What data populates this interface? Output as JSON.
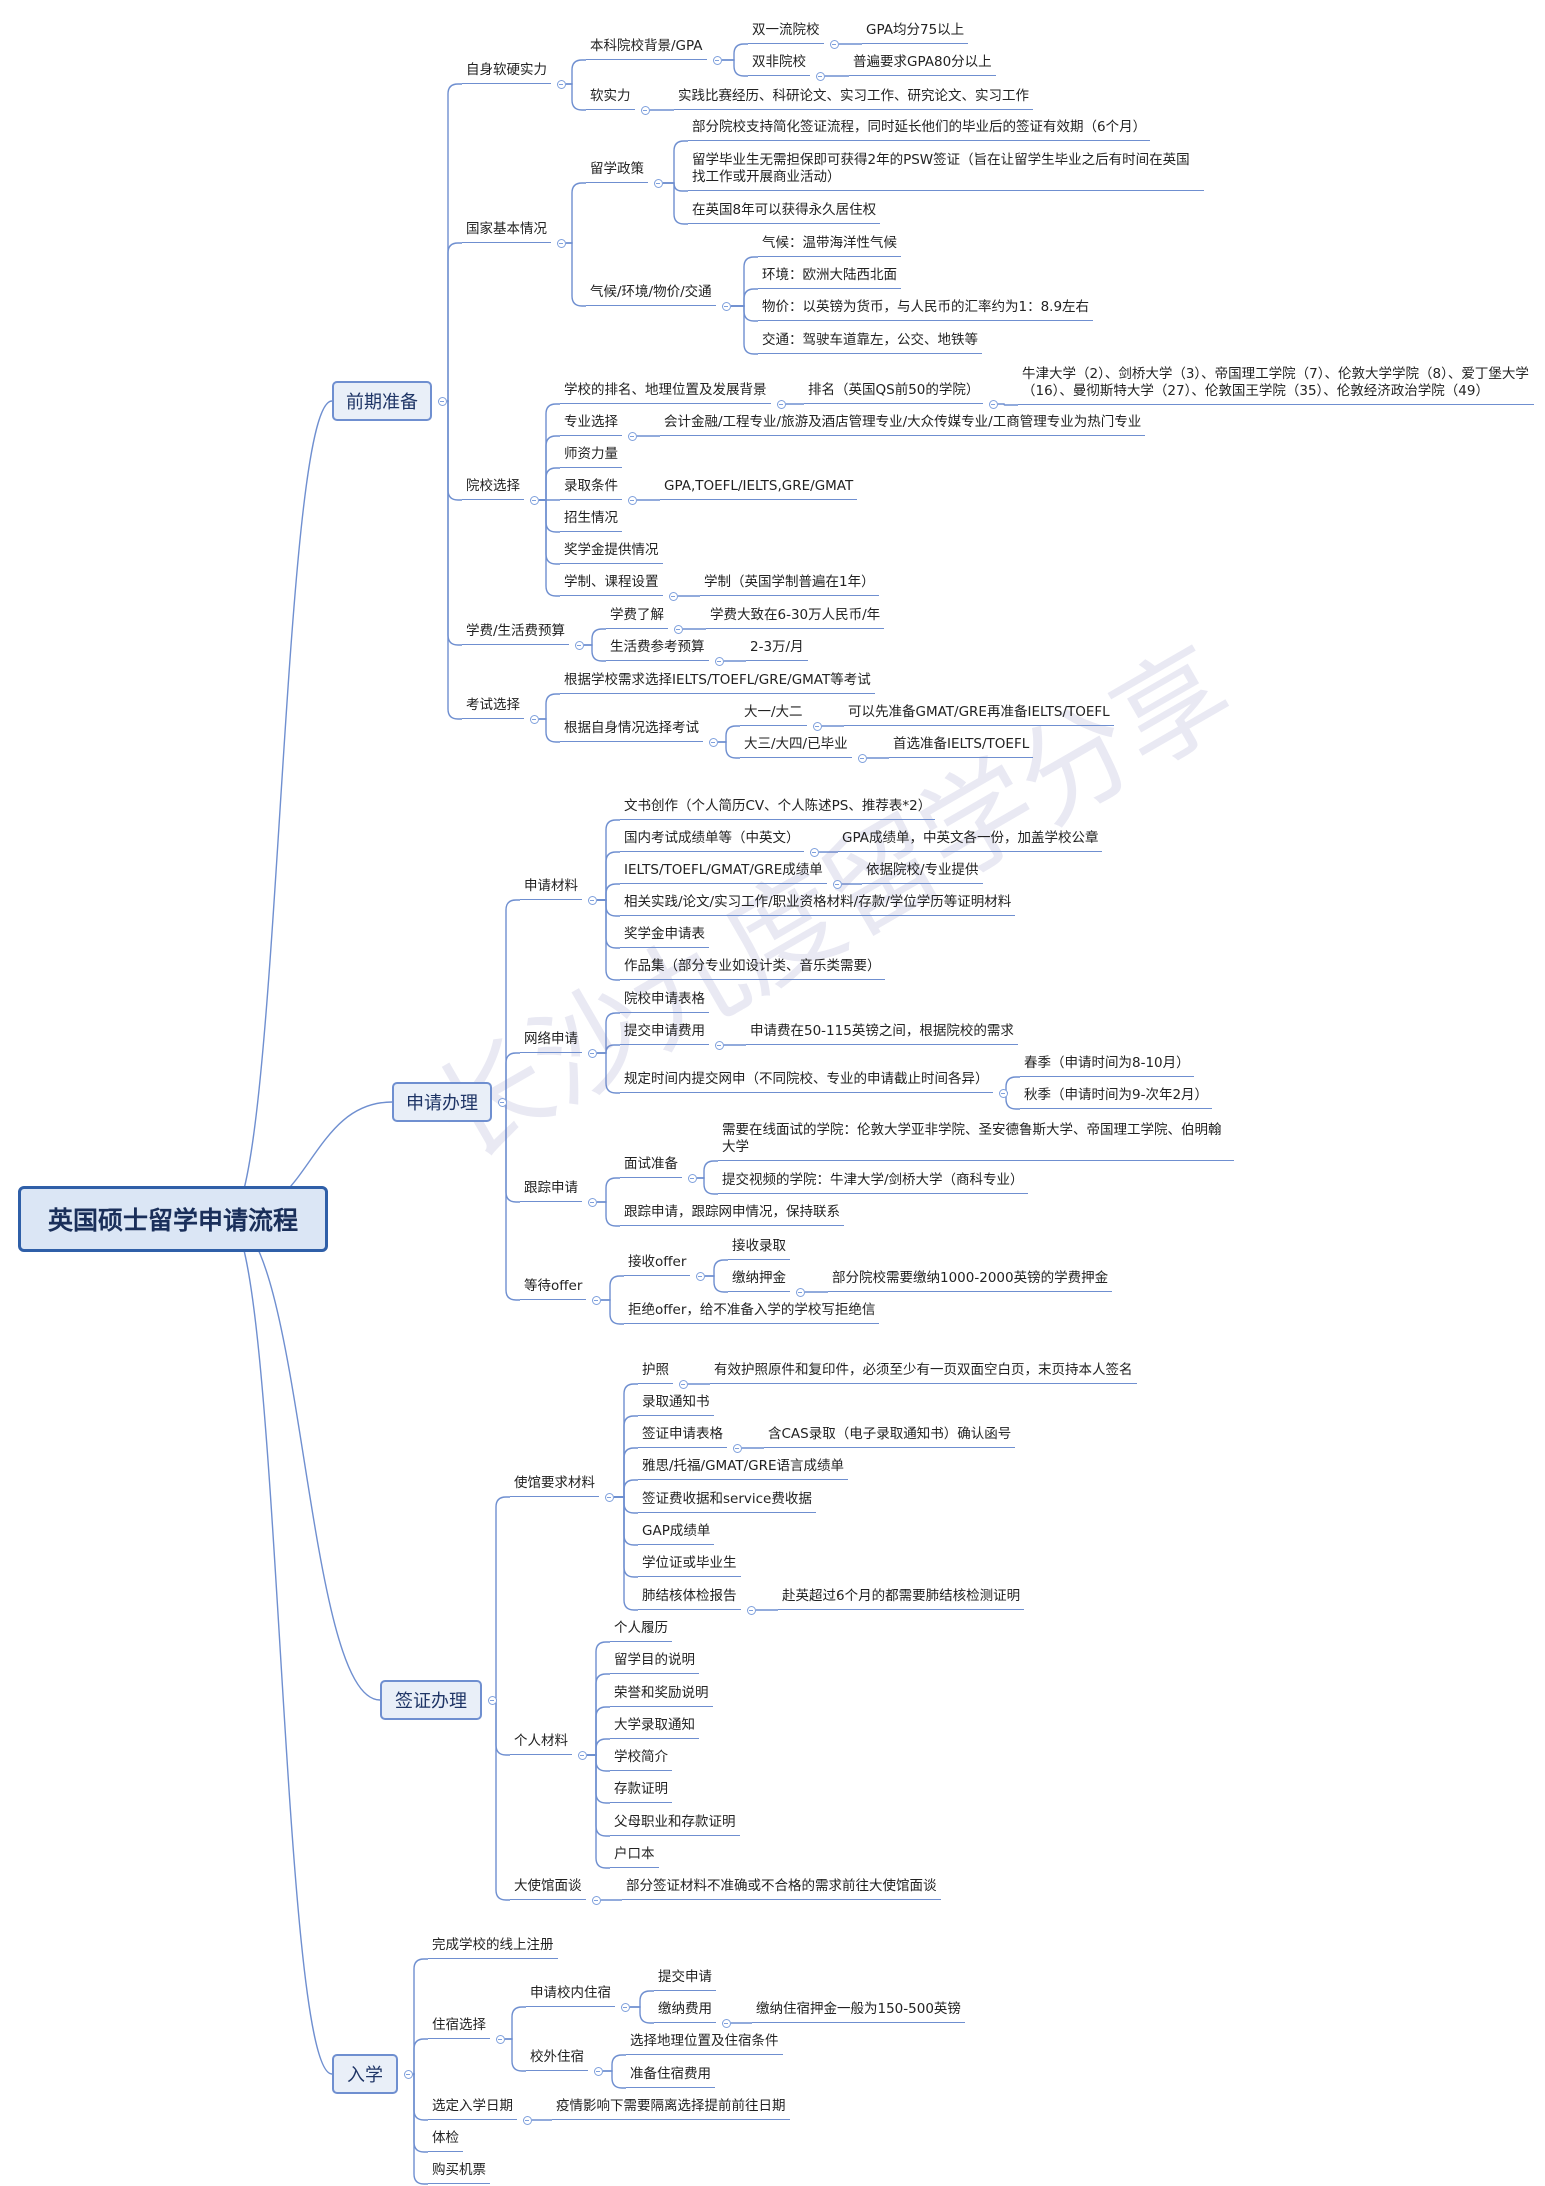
{
  "root": "英国硕士留学申请流程",
  "watermark": "长沙九度留学分享",
  "main": {
    "prep": "前期准备",
    "apply": "申请办理",
    "visa": "签证办理",
    "enroll": "入学"
  },
  "prep": {
    "self": {
      "label": "自身软硬实力",
      "bg": "本科院校背景/GPA",
      "top": "双一流院校",
      "top_v": "GPA均分75以上",
      "non": "双非院校",
      "non_v": "普遍要求GPA80分以上",
      "soft": "软实力",
      "soft_v": "实践比赛经历、科研论文、实习工作、研究论文、实习工作"
    },
    "country": {
      "label": "国家基本情况",
      "policy": "留学政策",
      "p1": "部分院校支持简化签证流程，同时延长他们的毕业后的签证有效期（6个月）",
      "p2": "留学毕业生无需担保即可获得2年的PSW签证（旨在让留学生毕业之后有时间在英国找工作或开展商业活动）",
      "p3": "在英国8年可以获得永久居住权",
      "climate": "气候/环境/物价/交通",
      "c1": "气候：温带海洋性气候",
      "c2": "环境：欧洲大陆西北面",
      "c3": "物价：以英镑为货币，与人民币的汇率约为1：8.9左右",
      "c4": "交通：驾驶车道靠左，公交、地铁等"
    },
    "school": {
      "label": "院校选择",
      "rank": "学校的排名、地理位置及发展背景",
      "rank_v": "排名（英国QS前50的学院）",
      "rank_list": "牛津大学（2）、剑桥大学（3）、帝国理工学院（7）、伦敦大学学院（8）、爱丁堡大学（16）、曼彻斯特大学（27）、伦敦国王学院（35）、伦敦经济政治学院（49）",
      "major": "专业选择",
      "major_v": "会计金融/工程专业/旅游及酒店管理专业/大众传媒专业/工商管理专业为热门专业",
      "faculty": "师资力量",
      "admit": "录取条件",
      "admit_v": "GPA,TOEFL/IELTS,GRE/GMAT",
      "enroll": "招生情况",
      "scholar": "奖学金提供情况",
      "system": "学制、课程设置",
      "system_v": "学制（英国学制普遍在1年）"
    },
    "budget": {
      "label": "学费/生活费预算",
      "tuition": "学费了解",
      "tuition_v": "学费大致在6-30万人民币/年",
      "living": "生活费参考预算",
      "living_v": "2-3万/月"
    },
    "exam": {
      "label": "考试选择",
      "e1": "根据学校需求选择IELTS/TOEFL/GRE/GMAT等考试",
      "e2": "根据自身情况选择考试",
      "y12": "大一/大二",
      "y12_v": "可以先准备GMAT/GRE再准备IELTS/TOEFL",
      "y34": "大三/大四/已毕业",
      "y34_v": "首选准备IELTS/TOEFL"
    }
  },
  "apply": {
    "materials": {
      "label": "申请材料",
      "m1": "文书创作（个人简历CV、个人陈述PS、推荐表*2）",
      "m2": "国内考试成绩单等（中英文）",
      "m2_v": "GPA成绩单，中英文各一份，加盖学校公章",
      "m3": "IELTS/TOEFL/GMAT/GRE成绩单",
      "m3_v": "依据院校/专业提供",
      "m4": "相关实践/论文/实习工作/职业资格材料/存款/学位学历等证明材料",
      "m5": "奖学金申请表",
      "m6": "作品集（部分专业如设计类、音乐类需要）"
    },
    "online": {
      "label": "网络申请",
      "o1": "院校申请表格",
      "o2": "提交申请费用",
      "o2_v": "申请费在50-115英镑之间，根据院校的需求",
      "o3": "规定时间内提交网申（不同院校、专业的申请截止时间各异）",
      "spring": "春季（申请时间为8-10月）",
      "autumn": "秋季（申请时间为9-次年2月）"
    },
    "follow": {
      "label": "跟踪申请",
      "interview": "面试准备",
      "i1": "需要在线面试的学院：伦敦大学亚非学院、圣安德鲁斯大学、帝国理工学院、伯明翰大学",
      "i2": "提交视频的学院：牛津大学/剑桥大学（商科专业）",
      "track": "跟踪申请，跟踪网申情况，保持联系"
    },
    "offer": {
      "label": "等待offer",
      "accept": "接收offer",
      "a1": "接收录取",
      "a2": "缴纳押金",
      "a2_v": "部分院校需要缴纳1000-2000英镑的学费押金",
      "reject": "拒绝offer，给不准备入学的学校写拒绝信"
    }
  },
  "visa": {
    "req": {
      "label": "使馆要求材料",
      "passport": "护照",
      "passport_v": "有效护照原件和复印件，必须至少有一页双面空白页，末页持本人签名",
      "notice": "录取通知书",
      "form": "签证申请表格",
      "form_v": "含CAS录取（电子录取通知书）确认函号",
      "lang": "雅思/托福/GMAT/GRE语言成绩单",
      "fee": "签证费收据和service费收据",
      "gap": "GAP成绩单",
      "degree": "学位证或毕业生",
      "tb": "肺结核体检报告",
      "tb_v": "赴英超过6个月的都需要肺结核检测证明"
    },
    "personal": {
      "label": "个人材料",
      "p1": "个人履历",
      "p2": "留学目的说明",
      "p3": "荣誉和奖励说明",
      "p4": "大学录取通知",
      "p5": "学校简介",
      "p6": "存款证明",
      "p7": "父母职业和存款证明",
      "p8": "户口本"
    },
    "embassy": {
      "label": "大使馆面谈",
      "v": "部分签证材料不准确或不合格的需求前往大使馆面谈"
    }
  },
  "enroll": {
    "register": "完成学校的线上注册",
    "housing": {
      "label": "住宿选择",
      "on": "申请校内住宿",
      "on1": "提交申请",
      "on2": "缴纳费用",
      "on2_v": "缴纳住宿押金一般为150-500英镑",
      "off": "校外住宿",
      "off1": "选择地理位置及住宿条件",
      "off2": "准备住宿费用"
    },
    "date": "选定入学日期",
    "date_v": "疫情影响下需要隔离选择提前前往日期",
    "health": "体检",
    "ticket": "购买机票"
  }
}
